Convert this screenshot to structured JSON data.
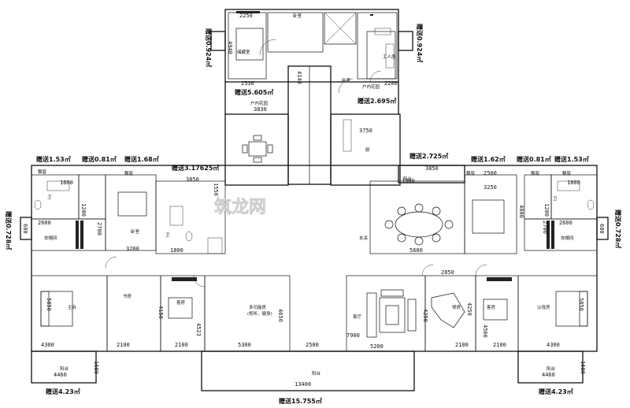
{
  "labels": {
    "area_top_left": "赠送5.605㎡",
    "area_top_right": "赠送2.695㎡",
    "area_side_left": "赠送0.924㎡",
    "area_side_right": "赠送0.924㎡",
    "area_mid_left_1": "赠送1.53㎡",
    "area_mid_left_2": "赠送0.81㎡",
    "area_mid_left_3": "赠送1.68㎡",
    "area_mid_left_4": "赠送3.17625㎡",
    "area_mid_right_1": "赠送2.725㎡",
    "area_mid_right_2": "赠送1.62㎡",
    "area_mid_right_3": "赠送0.81㎡",
    "area_mid_right_4": "赠送1.53㎡",
    "area_edge_left": "赠送0.728㎡",
    "area_edge_right": "赠送0.728㎡",
    "area_bottom_left": "赠送4.23㎡",
    "area_bottom_center": "赠送15.755㎡",
    "area_bottom_right": "赠送4.23㎡",
    "room_storage": "储藏室",
    "room_bedroom_top": "卧室",
    "room_bedroom_top2": "卧室",
    "room_maid": "工人房",
    "room_garden_left": "户内花园",
    "room_garden_right": "户内花园",
    "room_kitchen": "厨",
    "room_dining_bay": "飘窗",
    "room_bay_left": "飘窗",
    "room_bay_left2": "飘窗",
    "room_bay_right": "飘窗",
    "room_bay_right2": "飘窗",
    "room_balcony_mid": "阳台",
    "room_wc_left": "卫",
    "room_wc_right": "卫",
    "room_wc_mid": "卫",
    "room_closet_left": "衣帽间",
    "room_closet_right": "衣帽间",
    "room_bedroom_left": "卧室",
    "room_master_left": "主卧",
    "room_study": "书房",
    "room_guest_left": "客房",
    "room_multi": "多功能房",
    "room_multi_sub": "(视听、健身)",
    "room_living": "客厅",
    "room_piano": "琴房",
    "room_guest_right": "客房",
    "room_master_right": "父母房",
    "room_entry": "玄关",
    "room_balcony_left": "阳台",
    "room_balcony_center": "阳台",
    "room_balcony_right": "阳台",
    "watermark": "筑龙网"
  },
  "dims": {
    "d2250": "2250",
    "d4940": "4940",
    "d2530": "2530",
    "d4140": "4140",
    "d3830": "3830",
    "d2200": "2200",
    "d3750": "3750",
    "d3850a": "3850",
    "d3850b": "3850",
    "d2500": "2500",
    "d3250": "3250",
    "d4800": "4800",
    "d5600": "5600",
    "d1550": "1550",
    "d2600a": "2600",
    "d2600b": "2600",
    "d2700a": "2700",
    "d2700b": "2700",
    "d3200": "3200",
    "d1800": "1800",
    "d2850": "2850",
    "d5850a": "5850",
    "d5850b": "5850",
    "d4300a": "4300",
    "d4300b": "4300",
    "d2100a": "2100",
    "d2100b": "2100",
    "d2100c": "2100",
    "d2100d": "2100",
    "d5300": "5300",
    "d4650": "4650",
    "d2500b": "2500",
    "d7900": "7900",
    "d5200": "5200",
    "d4250a": "4250",
    "d4250b": "4250",
    "d4150": "4150",
    "d4523": "4523",
    "d4566": "4566",
    "d13400": "13400",
    "d4460a": "4460",
    "d4460b": "4460",
    "d1680a": "1680",
    "d1680b": "1680",
    "d680a": "680",
    "d680b": "680",
    "d1300": "1300",
    "d1600a": "1600",
    "d1600b": "1600",
    "d1200a": "1200",
    "d1200b": "1200"
  }
}
